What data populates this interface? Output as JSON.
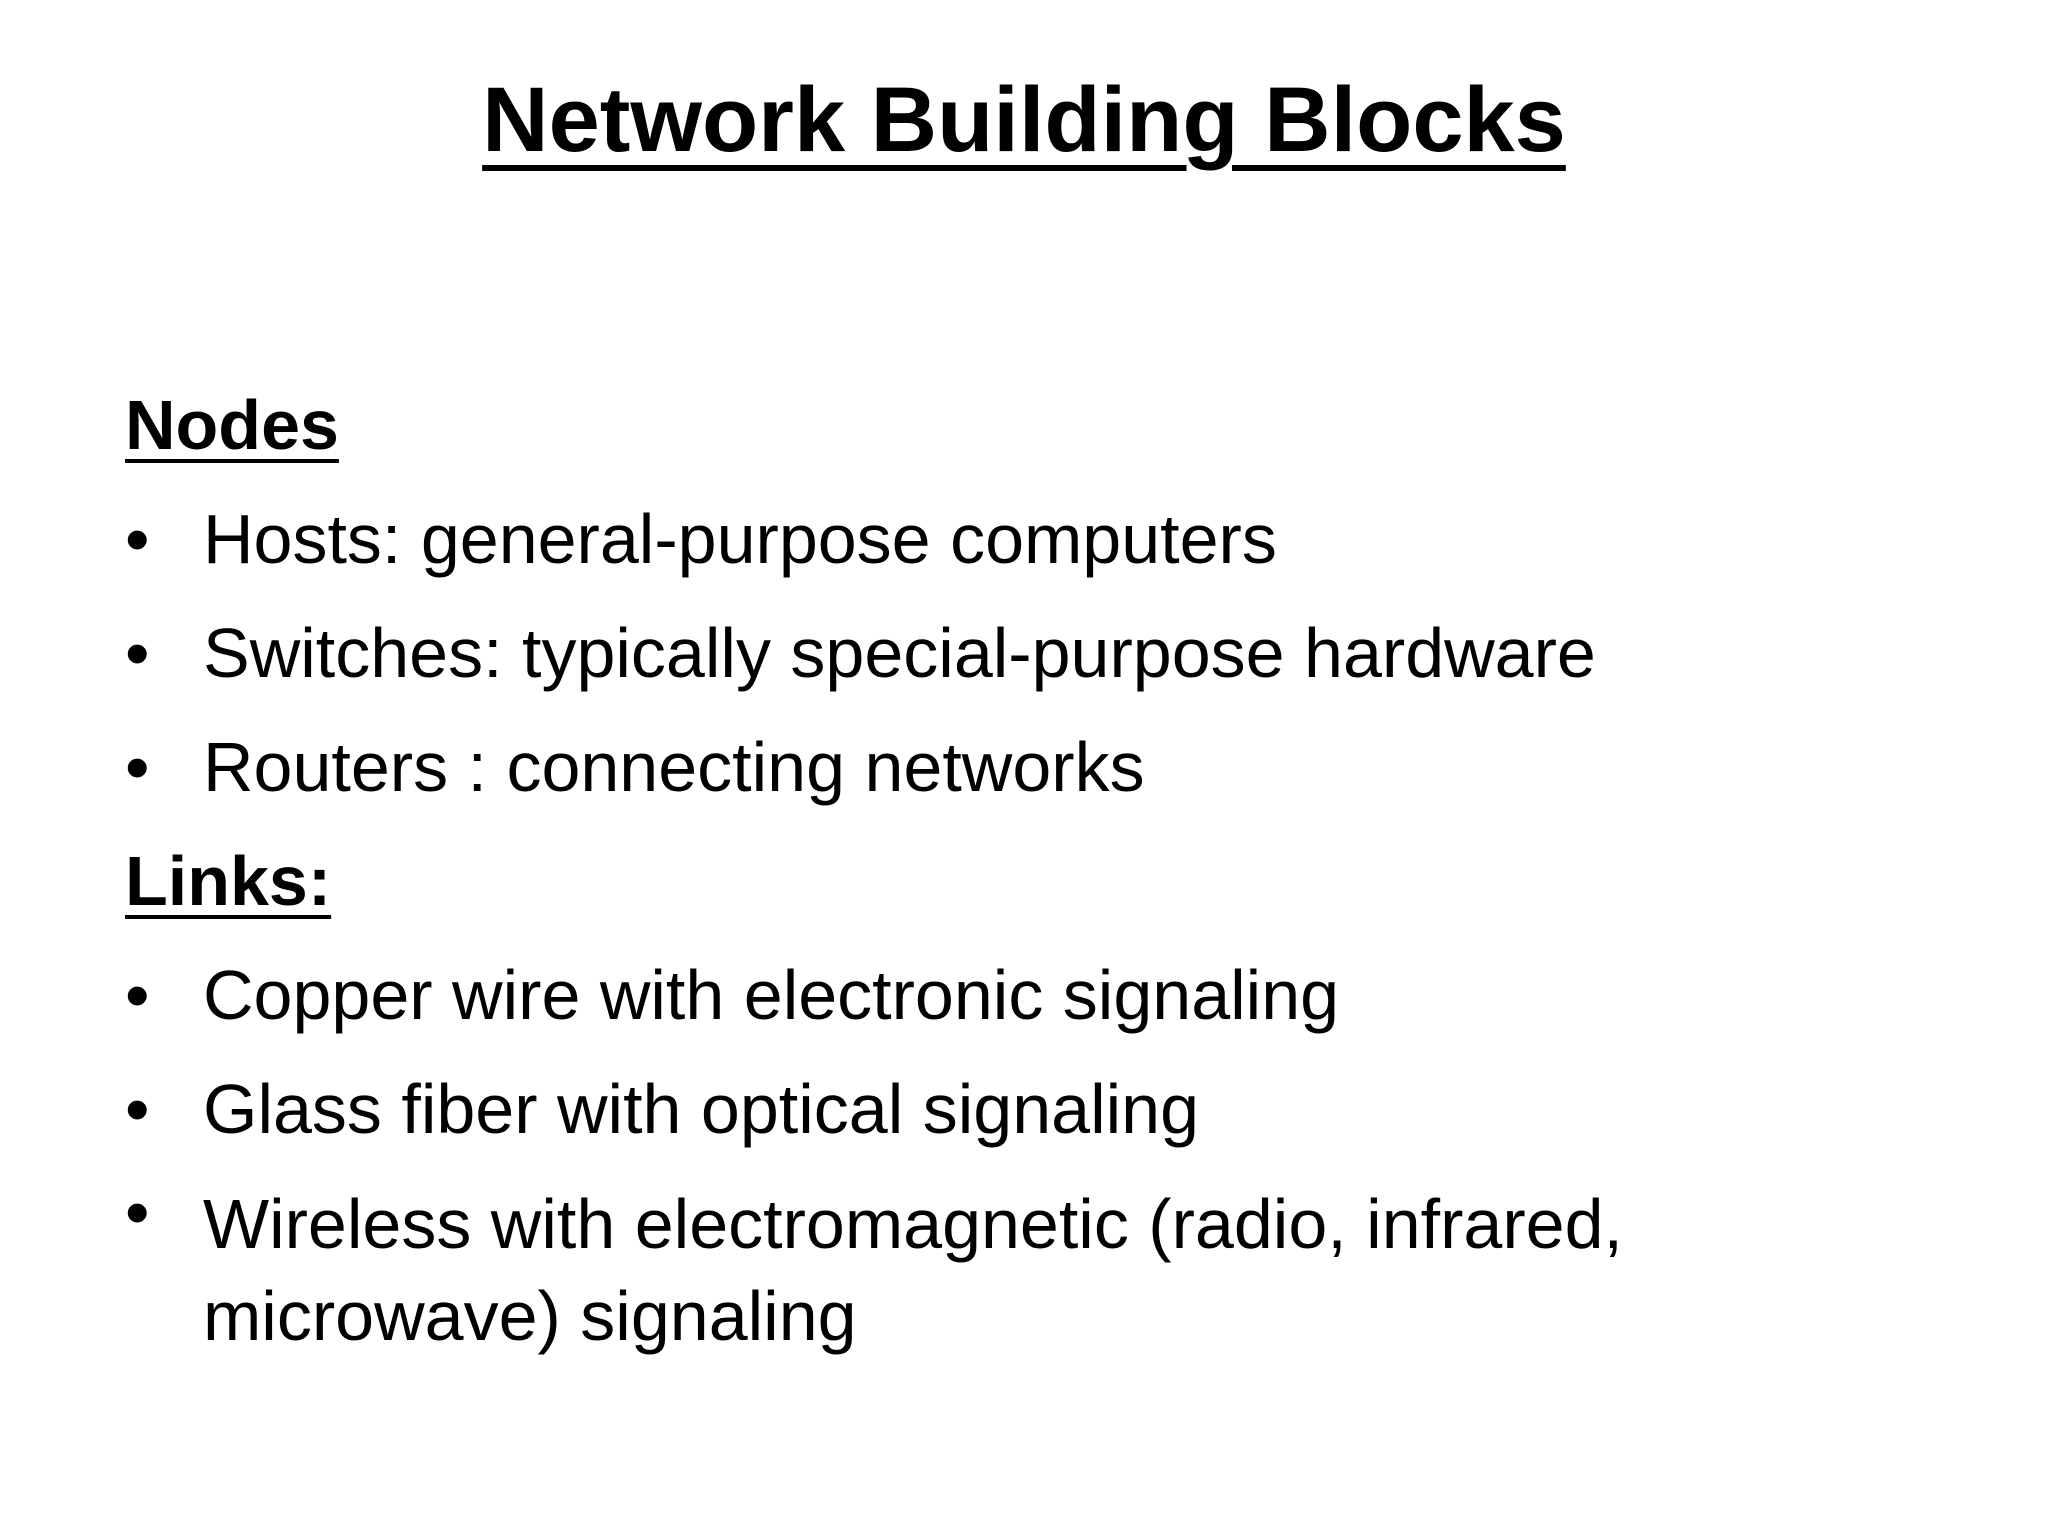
{
  "slide": {
    "title": "Network Building Blocks",
    "sections": [
      {
        "heading": "Nodes",
        "bullets": [
          "Hosts:  general-purpose computers",
          "Switches:  typically special-purpose hardware",
          "Routers : connecting networks"
        ]
      },
      {
        "heading": "Links:",
        "bullets": [
          "Copper  wire  with electronic signaling",
          "Glass  fiber  with optical signaling",
          "Wireless  with electromagnetic (radio, infrared, microwave) signaling"
        ]
      }
    ],
    "bullet_glyph": "•"
  }
}
